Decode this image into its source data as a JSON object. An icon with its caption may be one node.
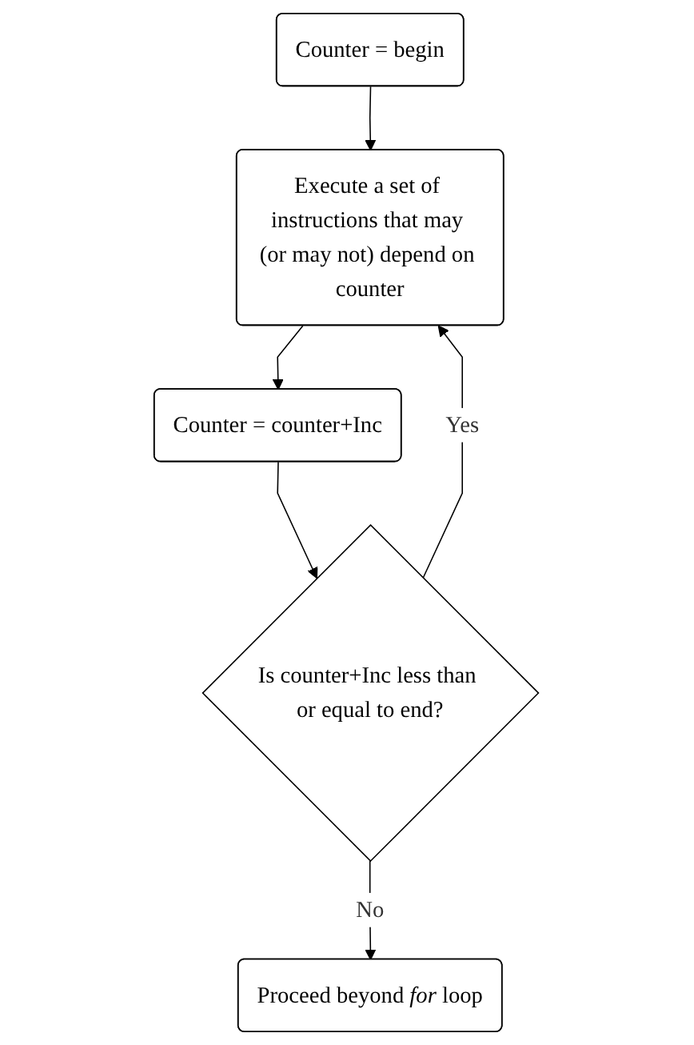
{
  "diagram": {
    "nodes": [
      {
        "text": [
          "Counter = begin"
        ]
      },
      {
        "text": [
          "Execute a set of instructions that may (or may not) depend on counter"
        ]
      },
      {
        "text": [
          "Counter = counter+Inc"
        ]
      },
      {
        "text": [
          "Is counter+Inc less than or equal to end?"
        ]
      },
      {
        "text": [
          "Proceed beyond *for* loop"
        ]
      }
    ],
    "edges": [
      {
        "from": 0,
        "to": 1,
        "arrow": "to"
      },
      {
        "from": 1,
        "to": 2,
        "arrow": "to"
      },
      {
        "from": 2,
        "to": 3,
        "arrow": "to"
      },
      {
        "from": 3,
        "to": 1,
        "arrow": "to",
        "label": "Yes"
      },
      {
        "from": 3,
        "to": 4,
        "arrow": "to",
        "label": "No"
      }
    ]
  }
}
